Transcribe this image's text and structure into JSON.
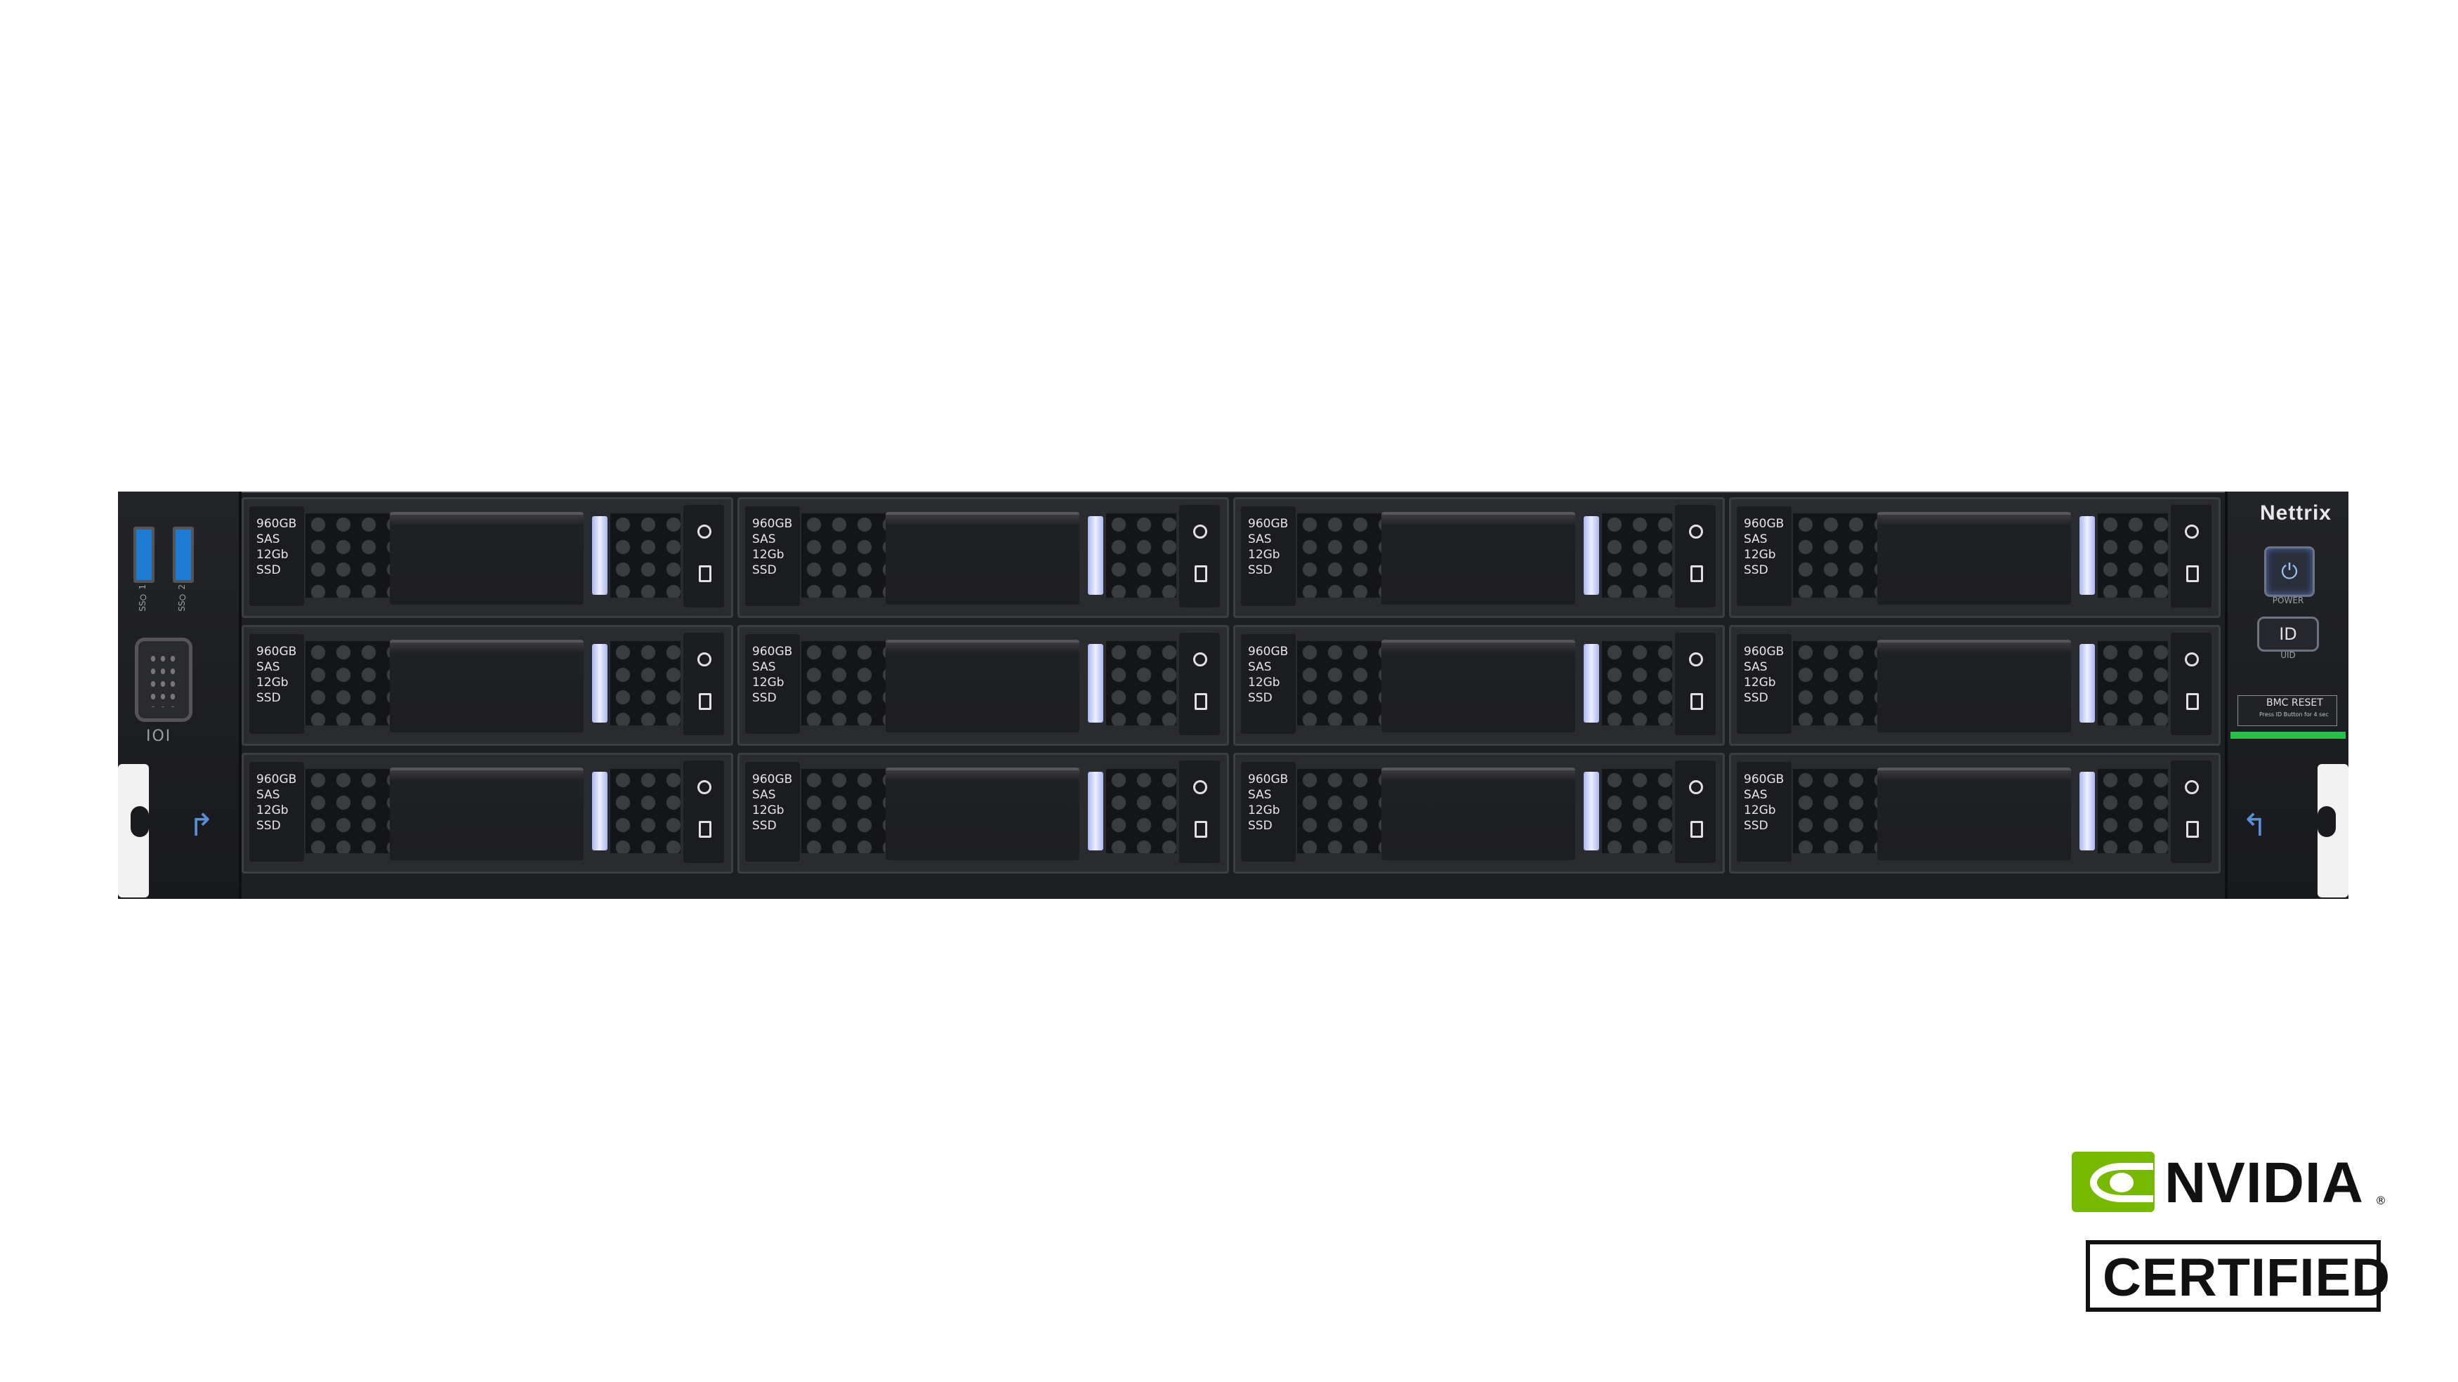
{
  "server": {
    "brand": "Nettrix",
    "usb_labels": [
      "SS⭘ 1",
      "SS⭘ 2"
    ],
    "vga_label": "IOI",
    "power_caption": "POWER",
    "id_button_label": "ID",
    "uid_caption": "UID",
    "bmc_label": "BMC RESET",
    "bmc_note": "Press ID Button for 4 sec",
    "drive_label": [
      "960GB",
      "SAS",
      "12Gb",
      "SSD"
    ],
    "rows": 3,
    "cols": 4
  },
  "badge": {
    "brand": "NVIDIA",
    "registered": "®",
    "certified": "CERTIFIED",
    "color": "#76b900"
  }
}
